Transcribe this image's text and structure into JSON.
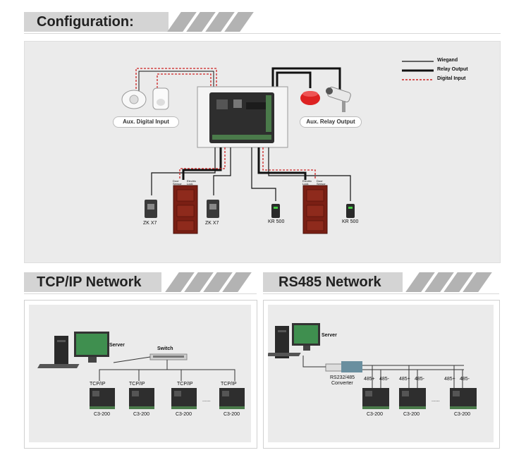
{
  "sections": {
    "configuration": "Configuration:",
    "tcpip": "TCP/IP Network",
    "rs485": "RS485 Network"
  },
  "legend": {
    "wiegand": "Wiegand",
    "relay_output": "Relay Output",
    "digital_input": "Digital Input"
  },
  "config": {
    "aux_digital_input": "Aux. Digital Input",
    "aux_relay_output": "Aux. Relay Output",
    "door_sensor_left": "Door Sensor",
    "electric_lock_left": "Electric Lock",
    "electric_lock_right": "Electric Lock",
    "door_sensor_right": "Door Sensor",
    "reader_1": "ZK X7",
    "reader_2": "ZK X7",
    "reader_3": "KR 500",
    "reader_4": "KR 500"
  },
  "tcpip": {
    "server": "Server",
    "switch": "Switch",
    "link_labels": [
      "TCP/IP",
      "TCP/IP",
      "TCP/IP",
      "TCP/IP"
    ],
    "controllers": [
      "C3-200",
      "C3-200",
      "C3-200",
      "C3-200"
    ],
    "ellipsis": "......"
  },
  "rs485": {
    "server": "Server",
    "converter_line1": "RS232/485",
    "converter_line2": "Converter",
    "plus": "485+",
    "minus": "485-",
    "controllers": [
      "C3-200",
      "C3-200",
      "C3-200"
    ],
    "ellipsis": "......"
  },
  "colors": {
    "wiegand": "#111111",
    "relay": "#111111",
    "digital_input": "#cc2222",
    "banner": "#d4d4d4",
    "stripe": "#b3b3b3",
    "panel": "#ebebeb",
    "door": "#7a1f14"
  }
}
